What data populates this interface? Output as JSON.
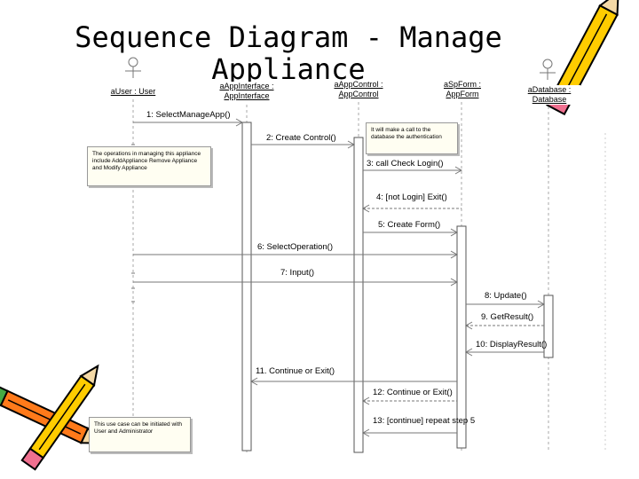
{
  "title": "Sequence Diagram - Manage Appliance",
  "objects": {
    "user": "aUser : User",
    "appinterface": [
      "aAppInterface :",
      "AppInterface"
    ],
    "appcontrol": [
      "aAppControl :",
      "AppControl"
    ],
    "spform": [
      "aSpForm :",
      "AppForm"
    ],
    "database": [
      "aDatabase :",
      "Database"
    ]
  },
  "messages": {
    "m1": "1: SelectManageApp()",
    "m2": "2: Create Control()",
    "m3": "3: call Check Login()",
    "m4": "4: [not Login] Exit()",
    "m5": "5: Create Form()",
    "m6": "6: SelectOperation()",
    "m7": "7: Input()",
    "m8": "8: Update()",
    "m9": "9. GetResult()",
    "m10": "10: DisplayResult()",
    "m11": "11. Continue or Exit()",
    "m12": "12: Continue or Exit()",
    "m13": "13: [continue] repeat step 5"
  },
  "notes": {
    "note1": "It will make a call to the database the authentication",
    "note2": "The operations in managing this appliance include AddAppliance Remove Appliance and Modify Appliance",
    "note3": "This use case can be initiated with User and Administrator"
  }
}
